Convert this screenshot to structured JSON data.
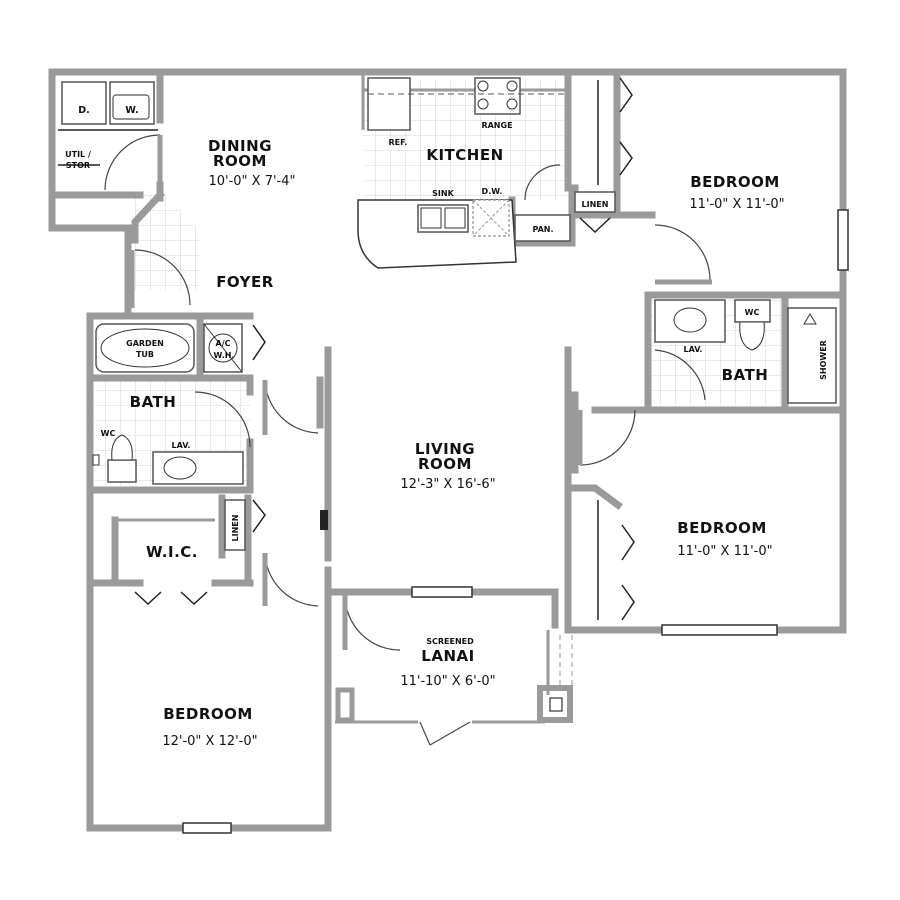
{
  "rooms": {
    "dining": {
      "name_1": "DINING",
      "name_2": "ROOM",
      "dims": "10'-0\" X 7'-4\""
    },
    "kitchen": {
      "name": "KITCHEN"
    },
    "bedroom_ne": {
      "name": "BEDROOM",
      "dims": "11'-0\" X 11'-0\""
    },
    "foyer": {
      "name": "FOYER"
    },
    "bath_w": {
      "name": "BATH"
    },
    "bath_e": {
      "name": "BATH"
    },
    "living": {
      "name_1": "LIVING",
      "name_2": "ROOM",
      "dims": "12'-3\" X 16'-6\""
    },
    "bedroom_e": {
      "name": "BEDROOM",
      "dims": "11'-0\" X 11'-0\""
    },
    "wic": {
      "name": "W.I.C."
    },
    "lanai": {
      "name_1": "SCREENED",
      "name_2": "LANAI",
      "dims": "11'-10\" X 6'-0\""
    },
    "bedroom_sw": {
      "name": "BEDROOM",
      "dims": "12'-0\" X 12'-0\""
    }
  },
  "fixtures": {
    "dryer": "D.",
    "washer": "W.",
    "util_1": "UTIL /",
    "util_2": "STOR",
    "ref": "REF.",
    "range": "RANGE",
    "sink": "SINK",
    "dw": "D.W.",
    "pan": "PAN.",
    "linen_ne": "LINEN",
    "linen_w": "LINEN",
    "tub_1": "GARDEN",
    "tub_2": "TUB",
    "acwh_1": "A/C",
    "acwh_2": "W.H.",
    "wc_w": "WC",
    "lav_w": "LAV.",
    "wc_e": "WC",
    "lav_e": "LAV.",
    "shower": "SHOWER"
  }
}
